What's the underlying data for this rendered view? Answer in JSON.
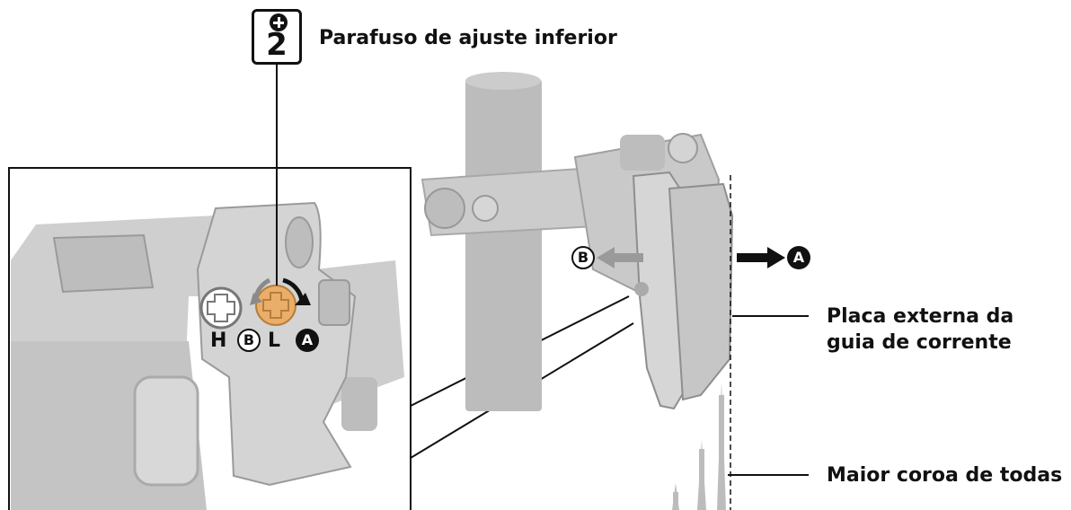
{
  "step": {
    "number": "2",
    "icon": "plus-circle-icon"
  },
  "labels": {
    "screw": "Parafuso de ajuste inferior",
    "plate_line1": "Placa externa da",
    "plate_line2": "guia de corrente",
    "chainring": "Maior coroa de todas"
  },
  "callouts": {
    "A": "A",
    "B": "B",
    "H": "H",
    "L": "L"
  },
  "colors": {
    "line": "#111111",
    "part_gray": "#bcbcbc",
    "part_dark": "#9a9a9a",
    "screw_highlight": "#e9ae6a"
  }
}
